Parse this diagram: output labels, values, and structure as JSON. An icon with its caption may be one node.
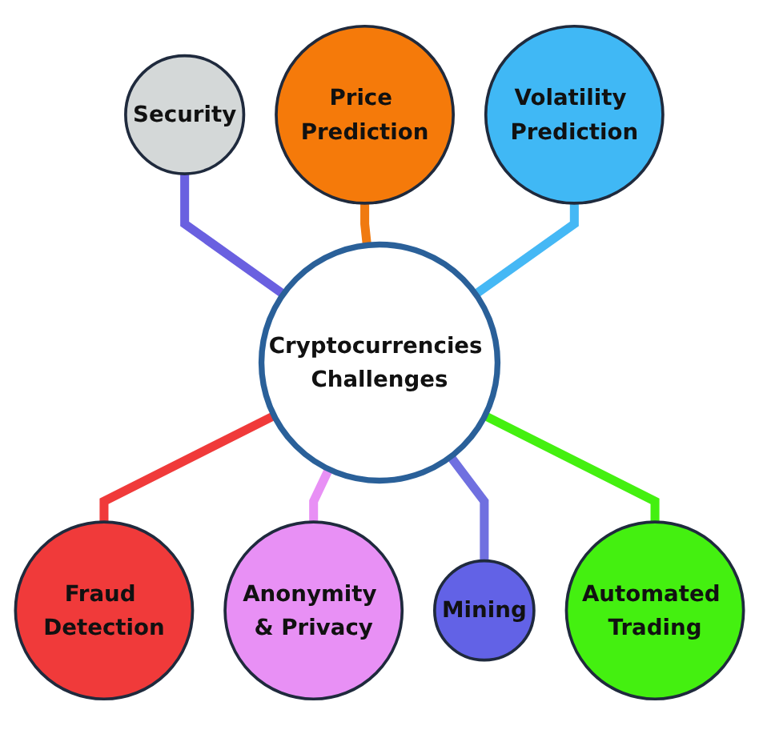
{
  "diagram": {
    "nodes": [
      {
        "text": [
          "Price Prediction"
        ]
      },
      {
        "text": [
          "Volatility Prediction"
        ]
      },
      {
        "text": [
          "Security"
        ]
      },
      {
        "text": [
          "Cryptocurrencies Challenges"
        ]
      },
      {
        "text": [
          "Automated Trading"
        ]
      },
      {
        "text": [
          "Fraud Detection"
        ]
      },
      {
        "text": [
          "Mining"
        ]
      },
      {
        "text": [
          "Anonymity & Privacy"
        ]
      }
    ],
    "edges": [
      {
        "from": 2,
        "to": 3,
        "arrow": "none",
        "color": "#6a60e0"
      },
      {
        "from": 0,
        "to": 3,
        "arrow": "none",
        "color": "#f07a10"
      },
      {
        "from": 1,
        "to": 3,
        "arrow": "none",
        "color": "#45b8f5"
      },
      {
        "from": 3,
        "to": 5,
        "arrow": "none",
        "color": "#f03a3a"
      },
      {
        "from": 3,
        "to": 7,
        "arrow": "none",
        "color": "#e890f5"
      },
      {
        "from": 3,
        "to": 6,
        "arrow": "none",
        "color": "#7070e0"
      },
      {
        "from": 3,
        "to": 4,
        "arrow": "none",
        "color": "#44f010"
      }
    ]
  }
}
